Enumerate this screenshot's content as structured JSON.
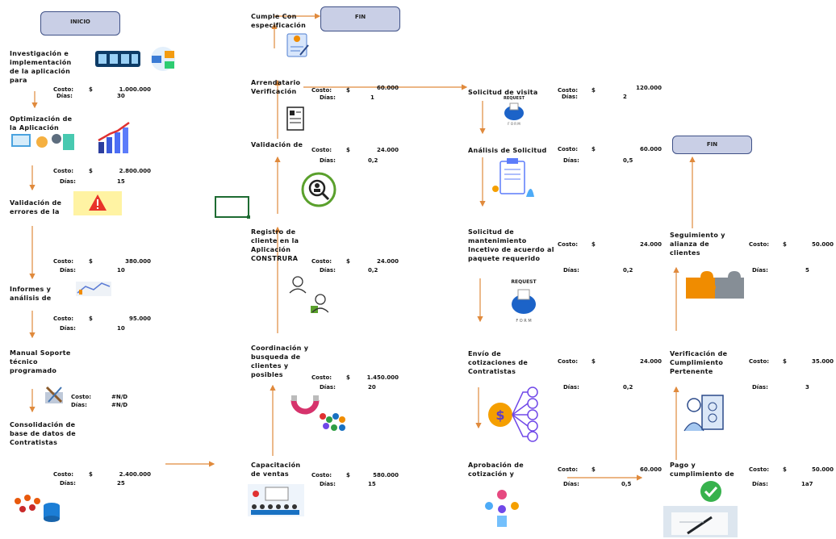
{
  "labels": {
    "cost": "Costo:",
    "days": "Días:",
    "cur": "$"
  },
  "terminals": {
    "start": "INICIO",
    "end_top": "FIN",
    "end_right": "FIN"
  },
  "col1": [
    {
      "title": "Investigación e implementación de la aplicación para",
      "cost": "1.000.000",
      "days": "30"
    },
    {
      "title": "Optimización de la Aplicación",
      "cost": "2.800.000",
      "days": "15"
    },
    {
      "title": "Validación de errores de la",
      "cost": "380.000",
      "days": "10"
    },
    {
      "title": "Informes y análisis de",
      "cost": "95.000",
      "days": "10"
    },
    {
      "title": "Manual Soporte técnico programado",
      "cost": "#N/D",
      "days": "#N/D"
    },
    {
      "title": "Consolidación de base de datos de Contratistas",
      "cost": "2.400.000",
      "days": "25"
    }
  ],
  "col2": [
    {
      "title": "Cumple Con especificación"
    },
    {
      "title": "Arrendatario Verificación",
      "cost": "60.000",
      "days": "1"
    },
    {
      "title": "Validación de",
      "cost": "24.000",
      "days": "0,2"
    },
    {
      "title": "Registro de cliente en la Aplicación CONSTRURA",
      "cost": "24.000",
      "days": "0,2"
    },
    {
      "title": "Coordinación y busqueda de clientes y posibles",
      "cost": "1.450.000",
      "days": "20"
    },
    {
      "title": "Capacitación de ventas",
      "cost": "580.000",
      "days": "15"
    }
  ],
  "col3": [
    {
      "title": "Solicitud de visita",
      "cost": "120.000",
      "days": "2"
    },
    {
      "title": "Análisis de Solicitud",
      "cost": "60.000",
      "days": "0,5"
    },
    {
      "title": "Solicitud de mantenimiento Incetivo de acuerdo al paquete requerido",
      "cost": "24.000",
      "days": "0,2"
    },
    {
      "title": "Envío de cotizaciones de Contratistas",
      "cost": "24.000",
      "days": "0,2"
    },
    {
      "title": "Aprobación de cotización y",
      "cost": "60.000",
      "days": "0,5"
    }
  ],
  "col4": [
    {
      "title": "Seguimiento y alianza de clientes",
      "cost": "50.000",
      "days": "5"
    },
    {
      "title": "Verificación de Cumplimiento Pertenente",
      "cost": "35.000",
      "days": "3"
    },
    {
      "title": "Pago y cumplimiento de",
      "cost": "50.000",
      "days": "1a7"
    }
  ],
  "icons": {
    "request_text": "REQUEST",
    "request_sub": "F O R M"
  },
  "colors": {
    "terminal_fill": "#c9cfe6",
    "terminal_border": "#3f5187",
    "arrow": "#e08a3c",
    "selected_cell": "#1e6b32"
  }
}
